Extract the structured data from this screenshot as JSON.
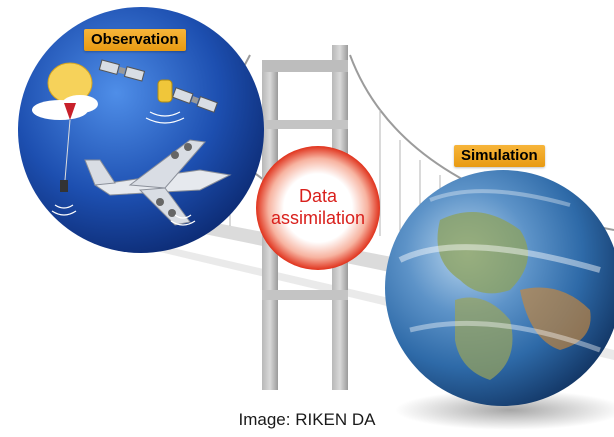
{
  "labels": {
    "observation": "Observation",
    "simulation": "Simulation",
    "da_line1": "Data",
    "da_line2": "assimilation",
    "caption": "Image: RIKEN DA"
  },
  "colors": {
    "label_bg": "#f0a326",
    "da_text": "#d9201c",
    "obs_circle": "#1d4fb0",
    "bridge": "#a9a9a9"
  },
  "icons": [
    "weather-balloon-icon",
    "satellite-icon",
    "buoy-icon",
    "aircraft-icon",
    "earth-globe-icon",
    "bridge-icon"
  ]
}
